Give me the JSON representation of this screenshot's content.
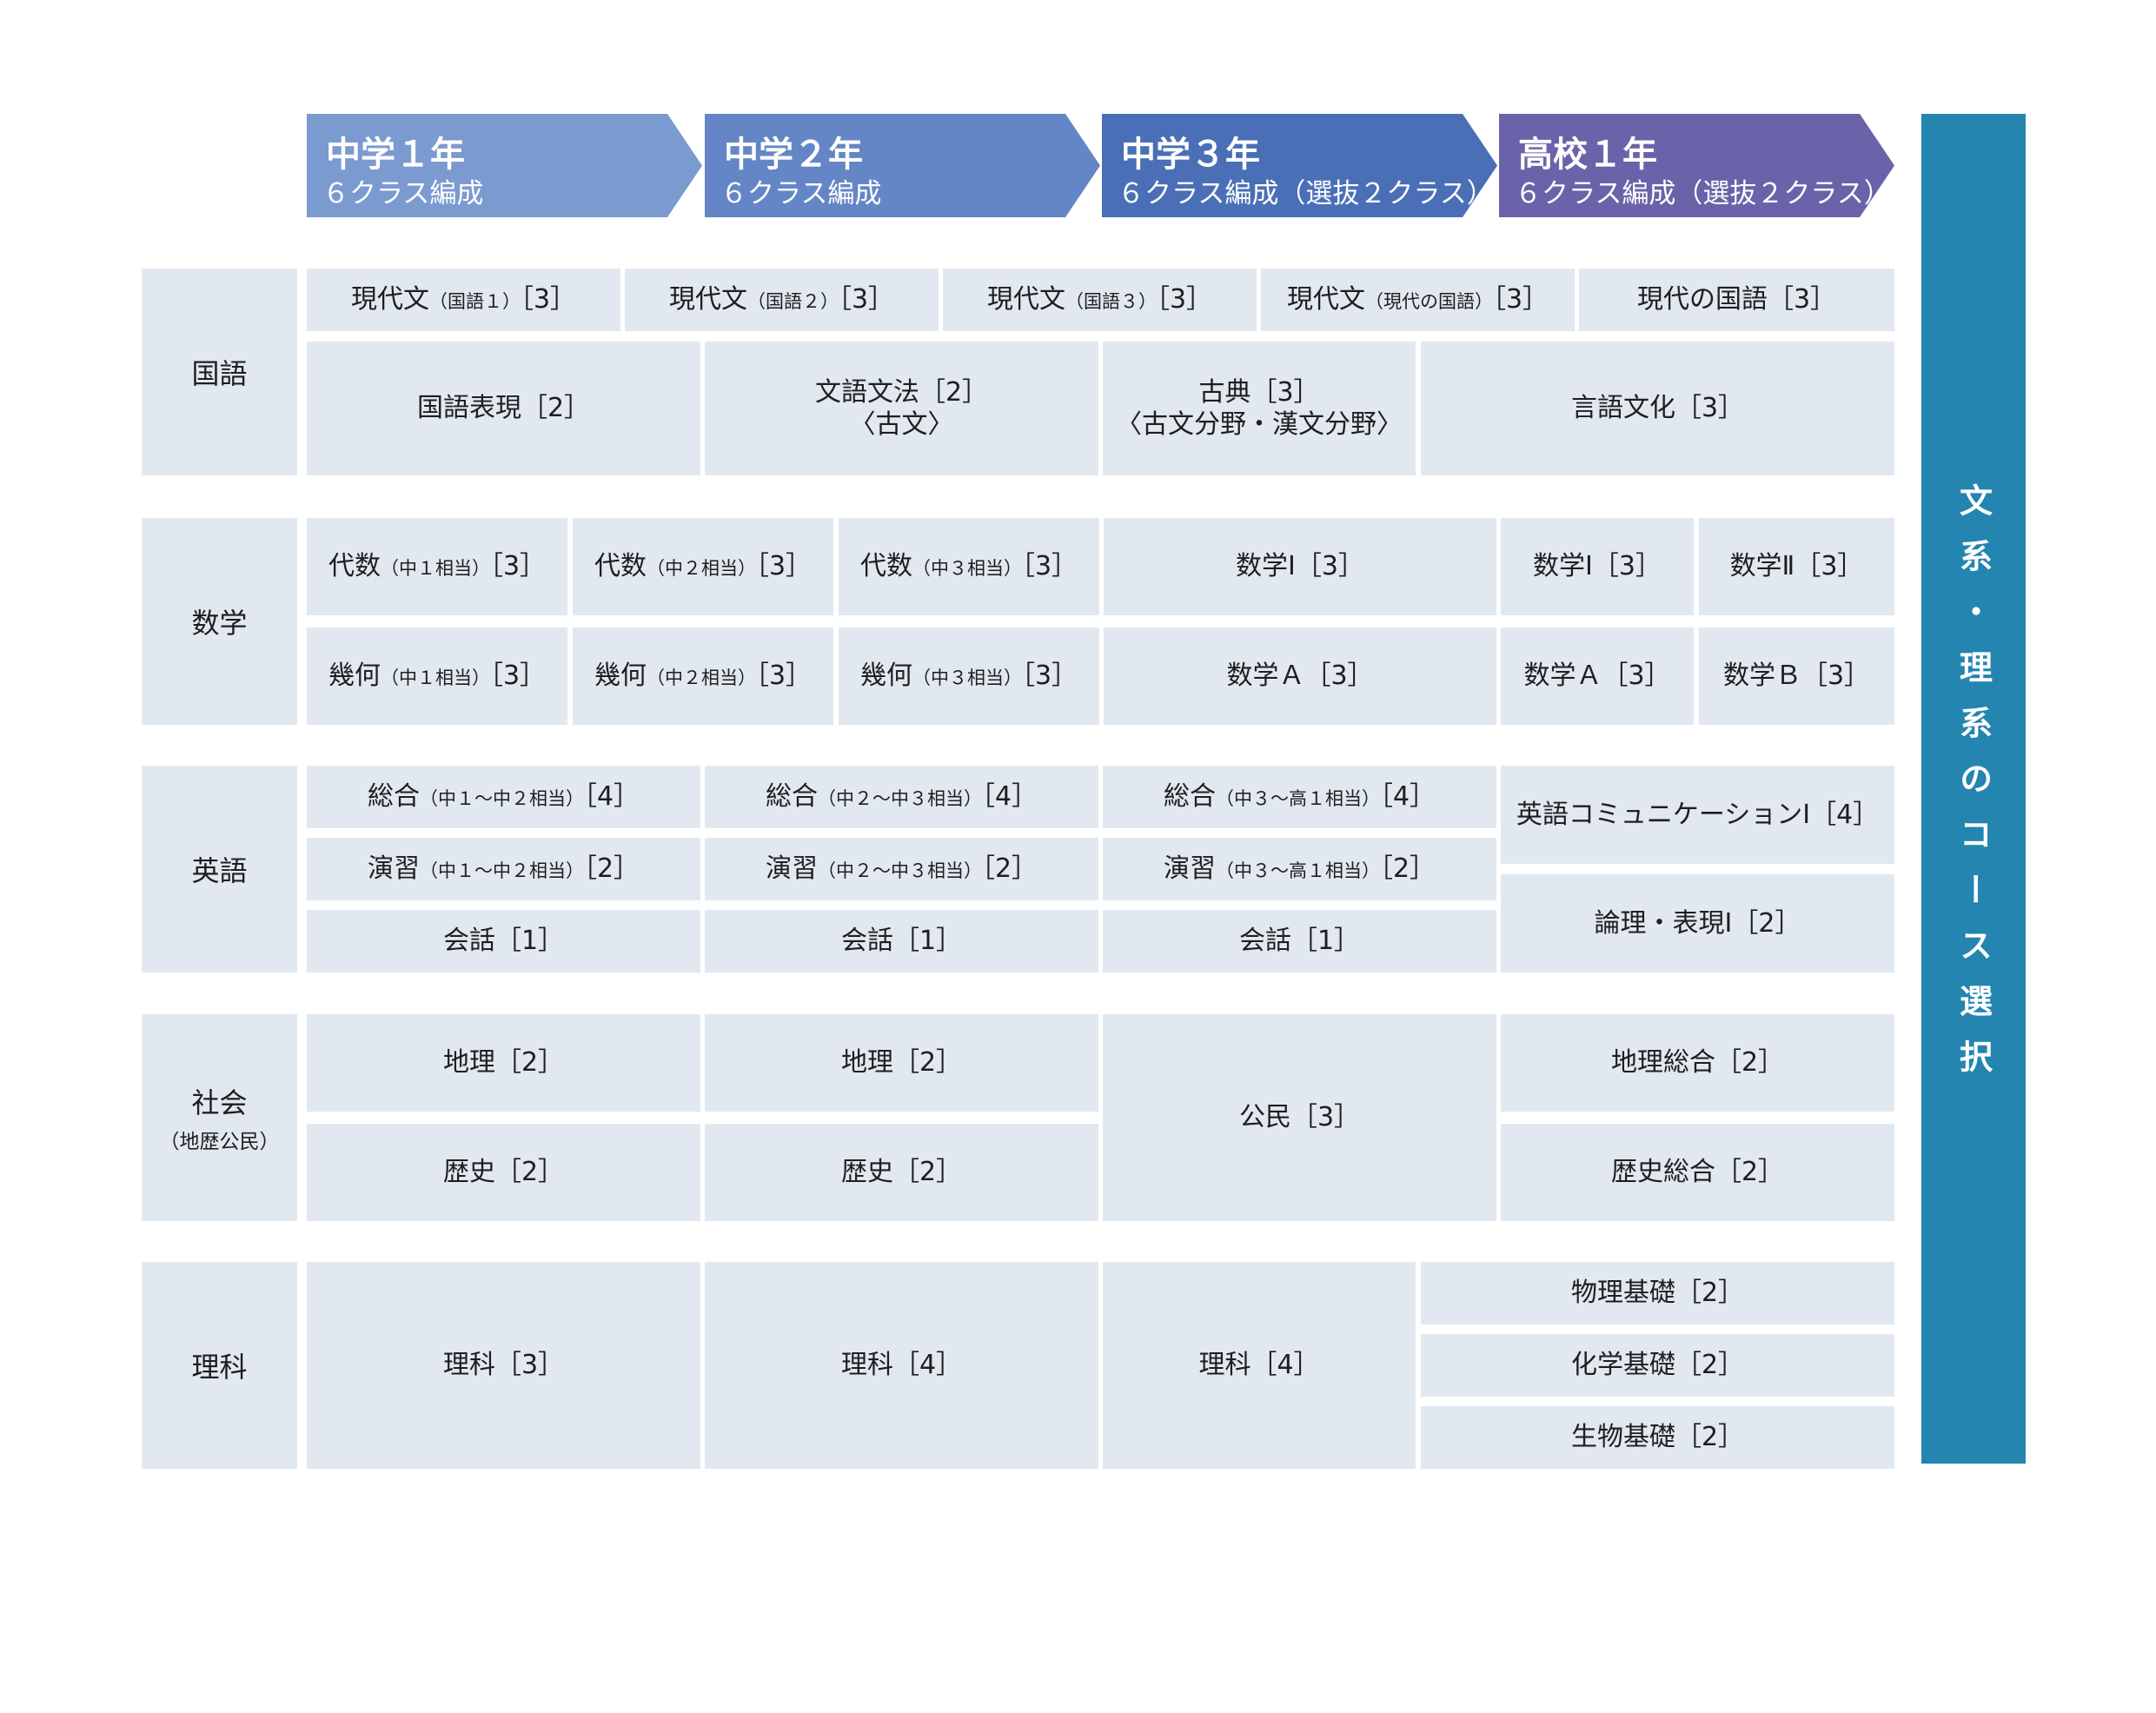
{
  "grades": [
    {
      "title": "中学１年",
      "sub": "６クラス編成",
      "color": "#7b9ad0"
    },
    {
      "title": "中学２年",
      "sub": "６クラス編成",
      "color": "#6486c6"
    },
    {
      "title": "中学３年",
      "sub": "６クラス編成（選抜２クラス）",
      "color": "#4a6fb6"
    },
    {
      "title": "高校１年",
      "sub": "６クラス編成（選抜２クラス）",
      "color": "#6a63a9"
    }
  ],
  "course_select": "文系・理系のコース選択",
  "subjects": {
    "kokugo": "国語",
    "sugaku": "数学",
    "eigo": "英語",
    "shakai": "社会",
    "shakai_note": "（地歴公民）",
    "rika": "理科"
  },
  "kokugo": {
    "gendai1": {
      "main": "現代文",
      "note": "（国語１）",
      "credit": "［3］"
    },
    "gendai2": {
      "main": "現代文",
      "note": "（国語２）",
      "credit": "［3］"
    },
    "gendai3": {
      "main": "現代文",
      "note": "（国語３）",
      "credit": "［3］"
    },
    "gendai4": {
      "main": "現代文",
      "note": "（現代の国語）",
      "credit": "［3］"
    },
    "gendai_kokugo": "現代の国語［3］",
    "hyogen": "国語表現［2］",
    "bunpo": "文語文法［2］",
    "bunpo_sub": "〈古文〉",
    "koten": "古典［3］",
    "koten_sub": "〈古文分野・漢文分野〉",
    "gengo": "言語文化［3］"
  },
  "sugaku": {
    "daisu1": {
      "main": "代数",
      "note": "（中１相当）",
      "credit": "［3］"
    },
    "daisu2": {
      "main": "代数",
      "note": "（中２相当）",
      "credit": "［3］"
    },
    "daisu3": {
      "main": "代数",
      "note": "（中３相当）",
      "credit": "［3］"
    },
    "sugaku1_j": "数学Ⅰ［3］",
    "sugaku1_h": "数学Ⅰ［3］",
    "sugaku2_h": "数学Ⅱ［3］",
    "kika1": {
      "main": "幾何",
      "note": "（中１相当）",
      "credit": "［3］"
    },
    "kika2": {
      "main": "幾何",
      "note": "（中２相当）",
      "credit": "［3］"
    },
    "kika3": {
      "main": "幾何",
      "note": "（中３相当）",
      "credit": "［3］"
    },
    "sugakuA_j": "数学Ａ［3］",
    "sugakuA_h": "数学Ａ［3］",
    "sugakuB_h": "数学Ｂ［3］"
  },
  "eigo": {
    "sogo1": {
      "main": "総合",
      "note": "（中１〜中２相当）",
      "credit": "［4］"
    },
    "sogo2": {
      "main": "総合",
      "note": "（中２〜中３相当）",
      "credit": "［4］"
    },
    "sogo3": {
      "main": "総合",
      "note": "（中３〜高１相当）",
      "credit": "［4］"
    },
    "enshu1": {
      "main": "演習",
      "note": "（中１〜中２相当）",
      "credit": "［2］"
    },
    "enshu2": {
      "main": "演習",
      "note": "（中２〜中３相当）",
      "credit": "［2］"
    },
    "enshu3": {
      "main": "演習",
      "note": "（中３〜高１相当）",
      "credit": "［2］"
    },
    "kaiwa1": "会話［1］",
    "kaiwa2": "会話［1］",
    "kaiwa3": "会話［1］",
    "comm": "英語コミュニケーションⅠ［4］",
    "ronri": "論理・表現Ⅰ［2］"
  },
  "shakai": {
    "chiri1": "地理［2］",
    "chiri2": "地理［2］",
    "rekishi1": "歴史［2］",
    "rekishi2": "歴史［2］",
    "komin": "公民［3］",
    "chiri_sogo": "地理総合［2］",
    "rekishi_sogo": "歴史総合［2］"
  },
  "rika": {
    "rika1": "理科［3］",
    "rika2": "理科［4］",
    "rika3": "理科［4］",
    "butsuri": "物理基礎［2］",
    "kagaku": "化学基礎［2］",
    "seibutsu": "生物基礎［2］"
  }
}
